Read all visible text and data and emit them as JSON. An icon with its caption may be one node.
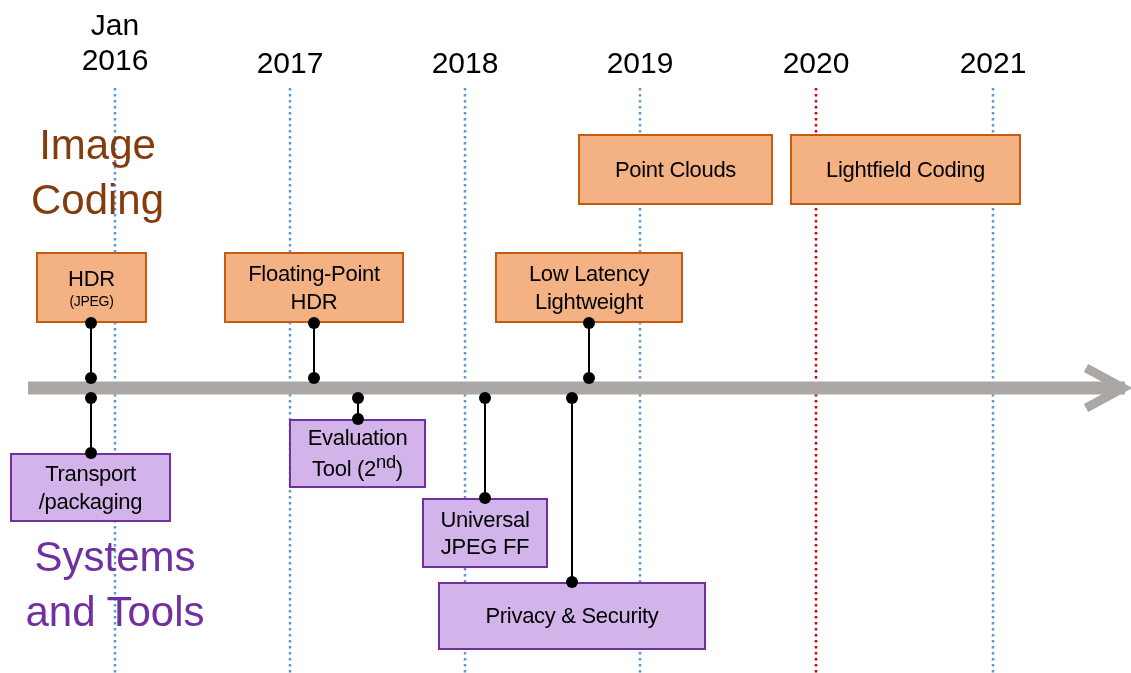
{
  "diagram": {
    "nodes": [
      {
        "text": [
          "HDR",
          "(JPEG)"
        ]
      },
      {
        "text": [
          "Floating-Point HDR"
        ]
      },
      {
        "text": [
          "Low Latency Lightweight"
        ]
      },
      {
        "text": [
          "Point Clouds"
        ]
      },
      {
        "text": [
          "Lightfield Coding"
        ]
      },
      {
        "text": [],
        "shape": "bar"
      },
      {
        "text": [
          "Transport /packaging"
        ]
      },
      {
        "text": [
          "Evaluation Tool (2$^{nd}$)"
        ]
      },
      {
        "text": [
          "Universal JPEG FF"
        ]
      },
      {
        "text": [
          "Privacy & Security"
        ]
      }
    ],
    "edges": [
      {
        "from": 0,
        "to": 5,
        "arrow": "other"
      },
      {
        "from": 6,
        "to": 5,
        "arrow": "other"
      },
      {
        "from": 1,
        "to": 5,
        "arrow": "other"
      },
      {
        "from": 7,
        "to": 5,
        "arrow": "other"
      },
      {
        "from": 8,
        "to": 5,
        "arrow": "other"
      },
      {
        "from": 9,
        "to": 5,
        "arrow": "other"
      },
      {
        "from": 2,
        "to": 5,
        "arrow": "other"
      }
    ],
    "labels": [
      "Jan 2016",
      "2017",
      "2018",
      "2019",
      "2020",
      "2021",
      "Image Coding",
      "Systems and Tools"
    ]
  }
}
